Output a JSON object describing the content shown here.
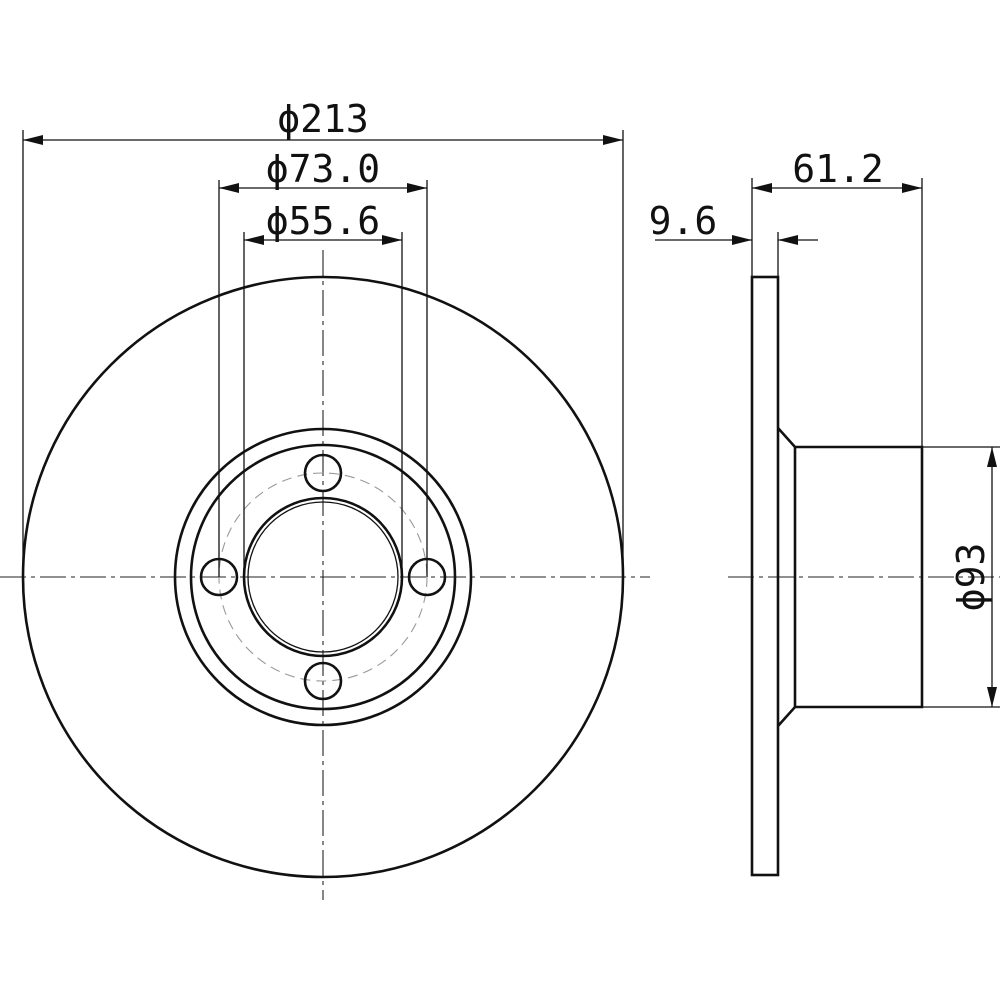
{
  "drawing": {
    "dimensions": {
      "outer_diameter": "ϕ213",
      "pcd_diameter": "ϕ73.0",
      "bore_diameter": "ϕ55.6",
      "disc_thickness": "9.6",
      "overall_height": "61.2",
      "hat_diameter": "ϕ93"
    }
  },
  "colors": {
    "line": "#111111",
    "hidden": "#999999",
    "background": "#ffffff"
  }
}
